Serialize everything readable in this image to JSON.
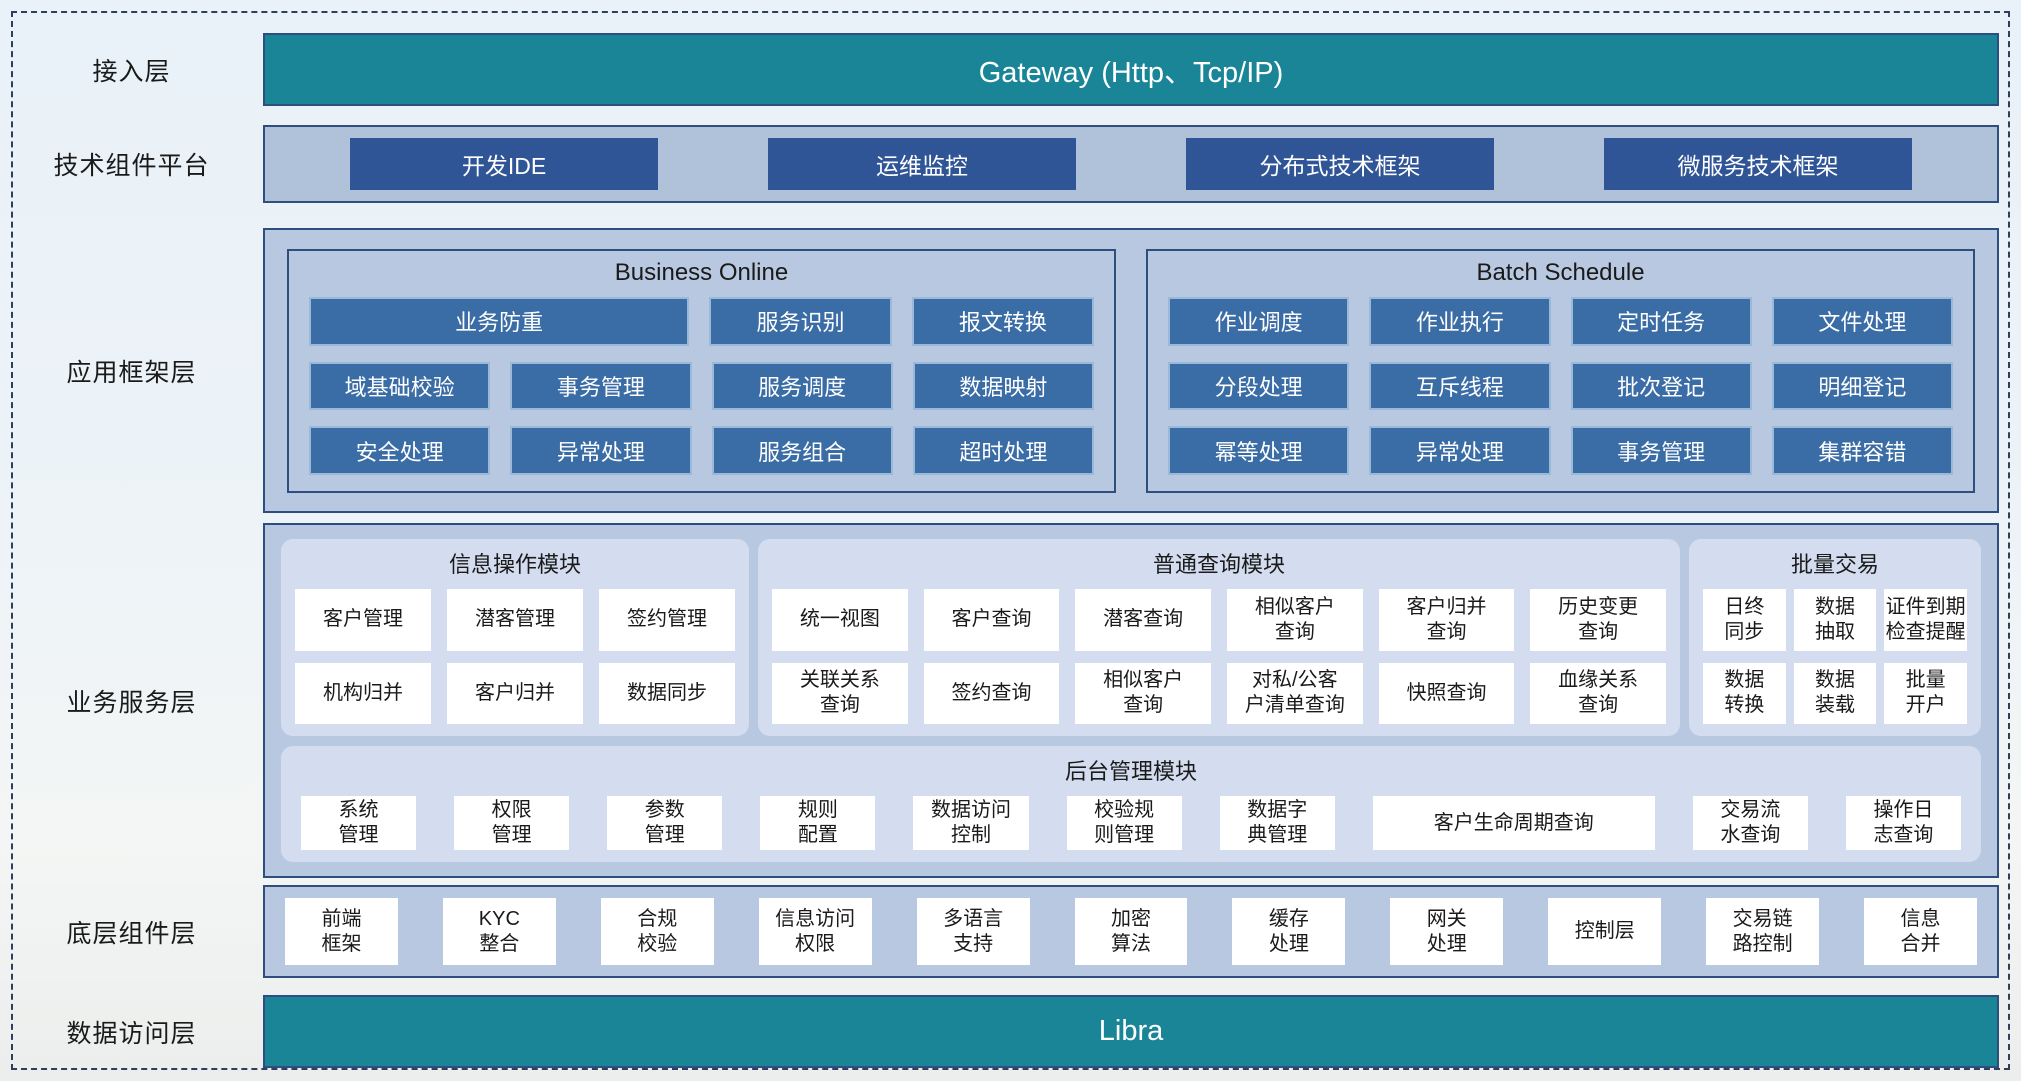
{
  "colors": {
    "teal_bar": "#1b8598",
    "indigo_button": "#2f5597",
    "steel_box": "#3a6ca6",
    "steel_box_border": "#9ab8d8",
    "container_fill": "#b7c8e0",
    "module_fill": "#d4ddf0",
    "navy_border": "#2d4e7e",
    "white_box": "#ffffff"
  },
  "access_layer": {
    "label": "接入层",
    "gateway": "Gateway (Http、Tcp/IP)"
  },
  "tech_platform": {
    "label": "技术组件平台",
    "buttons": [
      "开发IDE",
      "运维监控",
      "分布式技术框架",
      "微服务技术框架"
    ]
  },
  "app_framework": {
    "label": "应用框架层",
    "business_online": {
      "title": "Business Online",
      "wide_box": "业务防重",
      "row1_rest": [
        "服务识别",
        "报文转换"
      ],
      "row2": [
        "域基础校验",
        "事务管理",
        "服务调度",
        "数据映射"
      ],
      "row3": [
        "安全处理",
        "异常处理",
        "服务组合",
        "超时处理"
      ]
    },
    "batch_schedule": {
      "title": "Batch Schedule",
      "row1": [
        "作业调度",
        "作业执行",
        "定时任务",
        "文件处理"
      ],
      "row2": [
        "分段处理",
        "互斥线程",
        "批次登记",
        "明细登记"
      ],
      "row3": [
        "幂等处理",
        "异常处理",
        "事务管理",
        "集群容错"
      ]
    }
  },
  "business_service": {
    "label": "业务服务层",
    "info_module": {
      "title": "信息操作模块",
      "row1": [
        "客户管理",
        "潜客管理",
        "签约管理"
      ],
      "row2": [
        "机构归并",
        "客户归并",
        "数据同步"
      ]
    },
    "query_module": {
      "title": "普通查询模块",
      "row1": [
        "统一视图",
        "客户查询",
        "潜客查询",
        "相似客户\n查询",
        "客户归并\n查询",
        "历史变更\n查询"
      ],
      "row2": [
        "关联关系\n查询",
        "签约查询",
        "相似客户\n查询",
        "对私/公客\n户清单查询",
        "快照查询",
        "血缘关系\n查询"
      ]
    },
    "batch_trade": {
      "title": "批量交易",
      "row1": [
        "日终\n同步",
        "数据\n抽取",
        "证件到期\n检查提醒"
      ],
      "row2": [
        "数据\n转换",
        "数据\n装载",
        "批量\n开户"
      ]
    },
    "admin_module": {
      "title": "后台管理模块",
      "items_left": [
        "系统\n管理",
        "权限\n管理",
        "参数\n管理",
        "规则\n配置",
        "数据访问\n控制",
        "校验规\n则管理",
        "数据字\n典管理"
      ],
      "wide_item": "客户生命周期查询",
      "items_right": [
        "交易流\n水查询",
        "操作日\n志查询"
      ]
    }
  },
  "base_components": {
    "label": "底层组件层",
    "items": [
      "前端\n框架",
      "KYC\n整合",
      "合规\n校验",
      "信息访问\n权限",
      "多语言\n支持",
      "加密\n算法",
      "缓存\n处理",
      "网关\n处理",
      "控制层",
      "交易链\n路控制",
      "信息\n合并"
    ]
  },
  "data_access": {
    "label": "数据访问层",
    "bar": "Libra"
  }
}
